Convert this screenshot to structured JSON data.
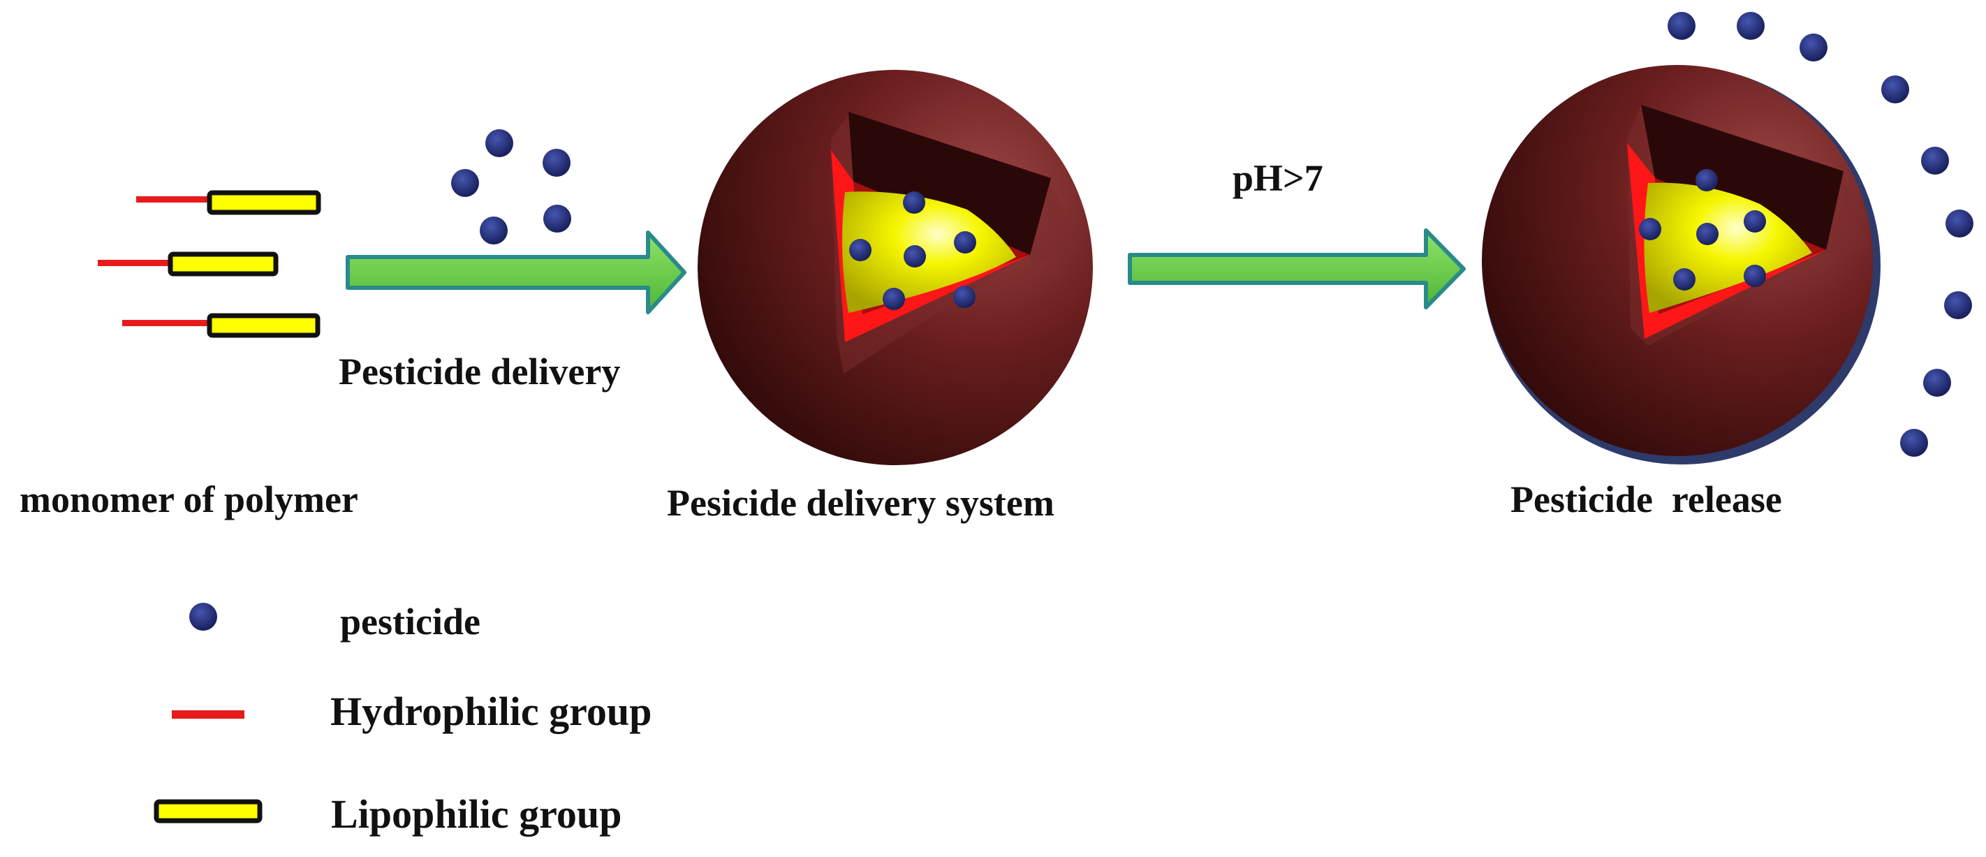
{
  "diagram": {
    "labels": {
      "monomer": "monomer of polymer",
      "delivery_arrow": "Pesticide delivery",
      "system": "Pesicide delivery system",
      "ph_condition": "pH>7",
      "release": "Pesticide  release"
    },
    "legend": {
      "pesticide": "pesticide",
      "hydrophilic": "Hydrophilic group",
      "lipophilic": "Lipophilic group"
    }
  },
  "colors": {
    "pesticide": "#1f2a78",
    "hydrophilic": "#e81b1b",
    "lipophilic": "#ffff00",
    "arrow_fill": "#66cc44",
    "arrow_stroke": "#2a8a8a",
    "shell": "#5a1616",
    "inner_shell": "#ff1a1a",
    "core": "#f2f200"
  }
}
